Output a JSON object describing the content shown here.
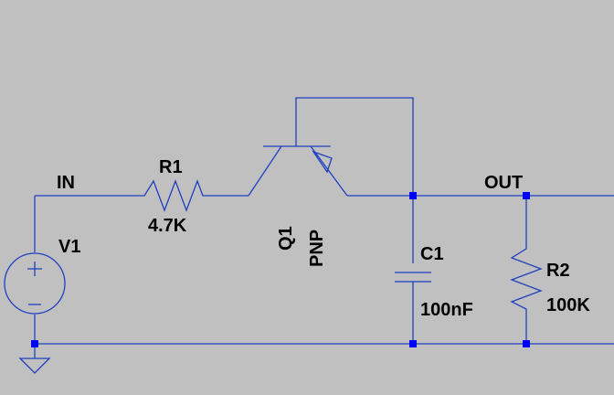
{
  "schematic": {
    "nets": {
      "in": "IN",
      "out": "OUT"
    },
    "components": {
      "v1": {
        "ref": "V1",
        "plus": "+",
        "minus": "−"
      },
      "r1": {
        "ref": "R1",
        "value": "4.7K"
      },
      "q1": {
        "ref": "Q1",
        "type": "PNP"
      },
      "c1": {
        "ref": "C1",
        "value": "100nF"
      },
      "r2": {
        "ref": "R2",
        "value": "100K"
      }
    }
  },
  "colors": {
    "background": "#c0c0c0",
    "wire": "#1f3fbf",
    "junction": "#0000ff",
    "text": "#000000"
  }
}
